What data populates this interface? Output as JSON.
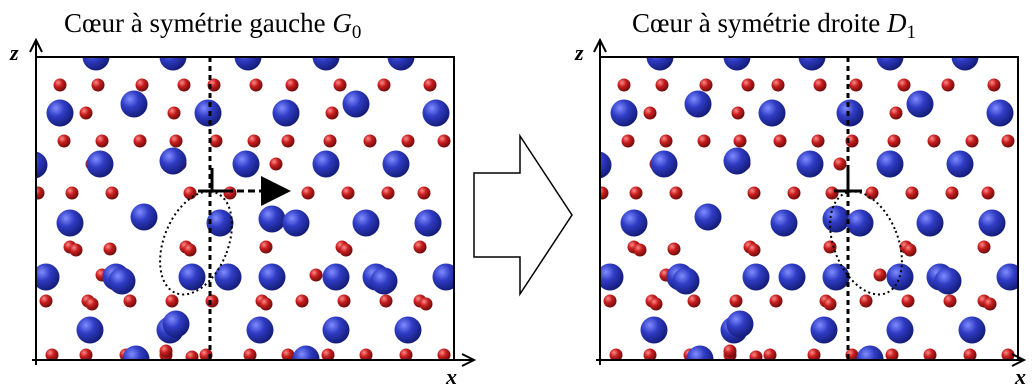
{
  "left_panel": {
    "title_text": "Cœur à symétrie gauche ",
    "title_symbol": "G",
    "title_subscript": "0",
    "z_label": "z",
    "x_label": "x"
  },
  "right_panel": {
    "title_text": "Cœur à symétrie droite ",
    "title_symbol": "D",
    "title_subscript": "1",
    "z_label": "z",
    "x_label": "x"
  },
  "colors": {
    "large_atom": "#1f2a9e",
    "large_atom_highlight": "#7f8cff",
    "small_atom": "#b01818",
    "small_atom_highlight": "#ff8a8a",
    "line": "#000000",
    "background": "#ffffff"
  },
  "icons": {
    "transition_arrow": "outline-arrow-right-icon",
    "dislocation_symbol": "dislocation-perpendicular-icon"
  }
}
